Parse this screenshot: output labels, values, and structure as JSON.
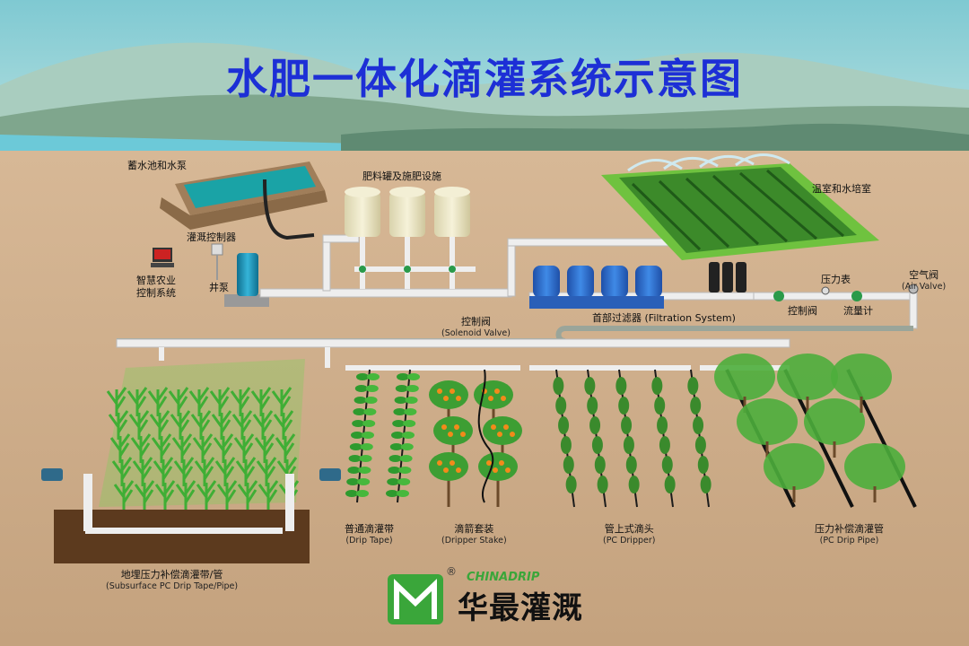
{
  "title": "水肥一体化滴灌系统示意图",
  "labels": {
    "reservoir": "蓄水池和水泵",
    "fertilizer": "肥料罐及施肥设施",
    "greenhouse": "温室和水培室",
    "irrigation_controller": "灌溉控制器",
    "smart_agri_1": "智慧农业",
    "smart_agri_2": "控制系统",
    "well_pump": "井泵",
    "solenoid_cn": "控制阀",
    "solenoid_en": "(Solenoid Valve)",
    "filtration": "首部过滤器 (Filtration System)",
    "pressure_gauge": "压力表",
    "control_valve": "控制阀",
    "flow_meter": "流量计",
    "air_valve_cn": "空气阀",
    "air_valve_en": "(Air Valve)",
    "subsurface_cn": "地埋压力补偿滴灌带/管",
    "subsurface_en": "(Subsurface PC Drip Tape/Pipe)",
    "drip_tape_cn": "普通滴灌带",
    "drip_tape_en": "(Drip Tape)",
    "dripper_stake_cn": "滴箭套装",
    "dripper_stake_en": "(Dripper Stake)",
    "pc_dripper_cn": "管上式滴头",
    "pc_dripper_en": "(PC Dripper)",
    "pc_pipe_cn": "压力补偿滴灌管",
    "pc_pipe_en": "(PC Drip Pipe)"
  },
  "logo": {
    "registered": "®",
    "brand_en": "CHINADRIP",
    "brand_cn": "华最灌溉"
  },
  "colors": {
    "title": "#1d2fd6",
    "sky": "#8fd0d6",
    "ground": "#c9a888",
    "pipe": "#eeeeee",
    "plant_green": "#49b83a",
    "tank": "#efe9c8",
    "filter_blue": "#2e6fd1"
  }
}
